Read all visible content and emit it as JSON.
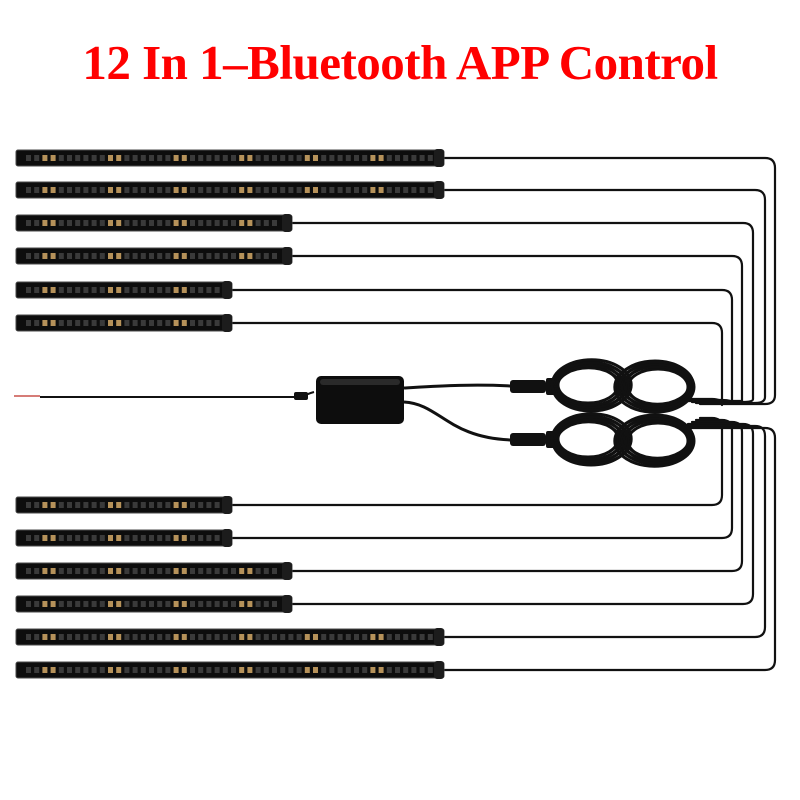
{
  "title": "12 In 1–Bluetooth APP Control",
  "colors": {
    "title": "#ff0000",
    "strip_body": "#0d0d0d",
    "strip_border": "#4a4a4a",
    "led_amber": "#b6925a",
    "led_dark": "#3a3a3a",
    "wire": "#111111",
    "power_wire_red": "#c8504a",
    "background": "#ffffff"
  },
  "product": {
    "strip_count": 12,
    "strip_groups": [
      {
        "group": "top",
        "strips": 6,
        "sizes": [
          "long",
          "long",
          "medium",
          "medium",
          "short",
          "short"
        ]
      },
      {
        "group": "bottom",
        "strips": 6,
        "sizes": [
          "short",
          "short",
          "medium",
          "medium",
          "long",
          "long"
        ]
      }
    ],
    "components": [
      "control-box",
      "coiled-extension-cable",
      "coiled-extension-cable",
      "power-lead"
    ]
  }
}
